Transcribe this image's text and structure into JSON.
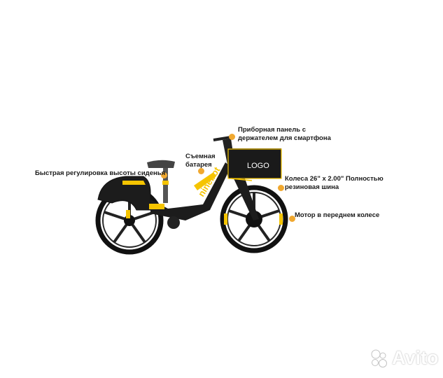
{
  "callouts": {
    "dashboard": {
      "line1": "Приборная панель с",
      "line2": "держателем для смартфона"
    },
    "battery": {
      "line1": "Съемная",
      "line2": "батарея"
    },
    "seat": {
      "text": "Быстрая регулировка высоты сиденья"
    },
    "wheels": {
      "line1": "Колеса 26\" x 2.00\" Полностью",
      "line2": "резиновая шина"
    },
    "motor": {
      "text": "Мотор в переднем колесе"
    }
  },
  "bike": {
    "basket_logo": "LOGO",
    "frame_brand": "ninebot",
    "accent_color": "#f5c400",
    "frame_color": "#1c1c1c"
  },
  "watermark": {
    "text": "Avito"
  },
  "colors": {
    "dot": "#f0a830",
    "text": "#1a1a1a"
  }
}
